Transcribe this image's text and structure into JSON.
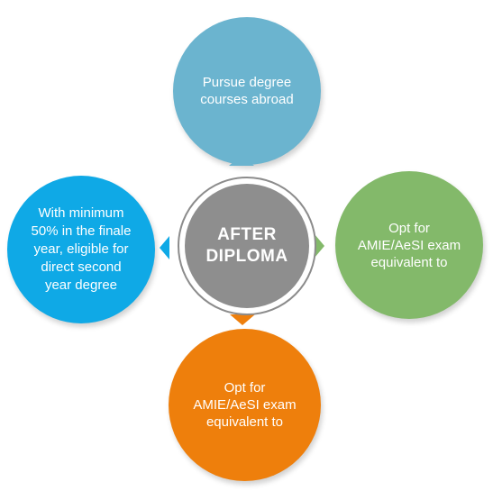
{
  "center": {
    "label": "AFTER\nDIPLOMA"
  },
  "nodes": {
    "top": {
      "text": "Pursue degree\ncourses abroad",
      "color": "#6bb4cf"
    },
    "right": {
      "text": "Opt for\nAMIE/AeSI exam\nequivalent to",
      "color": "#83b96a"
    },
    "bottom": {
      "text": "Opt for\nAMIE/AeSI exam\nequivalent to",
      "color": "#ee7f0c"
    },
    "left": {
      "text": "With minimum\n50% in the finale\nyear, eligible for\ndirect second\nyear degree",
      "color": "#0fa9e6"
    }
  },
  "colors": {
    "center_core": "#8e8e8e",
    "center_ring": "#8c8c8c"
  }
}
